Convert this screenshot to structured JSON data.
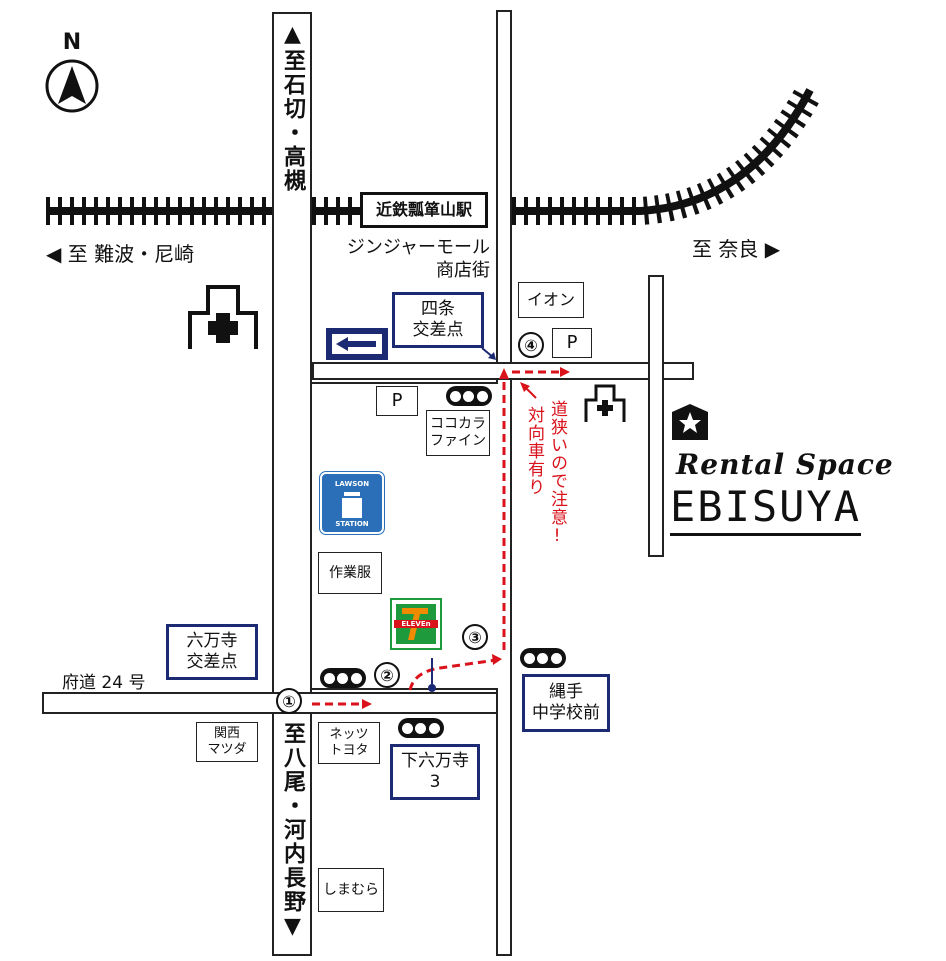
{
  "compass": {
    "letter": "N",
    "icon": "north-arrow-icon"
  },
  "railway": {
    "station": "近鉄瓢箪山駅",
    "west_direction": "◀ 至 難波・尼崎",
    "east_direction": "至 奈良 ▶"
  },
  "shopping_street": {
    "line1": "ジンジャーモール",
    "line2": "商店街"
  },
  "north_road_direction": "▲至石切・高槻",
  "south_road_direction": "至八尾・河内長野▼",
  "intersections": {
    "shijo": {
      "line1": "四条",
      "line2": "交差点"
    },
    "rokumanji": {
      "line1": "六万寺",
      "line2": "交差点"
    },
    "nawate": {
      "line1": "縄手",
      "line2": "中学校前"
    },
    "shimorokumanji": {
      "line1": "下六万寺",
      "line2": "3"
    }
  },
  "route_markers": [
    "①",
    "②",
    "③",
    "④"
  ],
  "road_name": "府道 24 号",
  "shops": {
    "aeon": "イオン",
    "parking": "P",
    "cocokara_line1": "ココカラ",
    "cocokara_line2": "ファイン",
    "sagyofuku": "作業服",
    "kansai_mazda_line1": "関西",
    "kansai_mazda_line2": "マツダ",
    "netz_toyota_line1": "ネッツ",
    "netz_toyota_line2": "トヨタ",
    "shimamura": "しまむら",
    "lawson_line1": "LAWSON",
    "lawson_line2": "STATION",
    "seven_eleven": "ELEVEn"
  },
  "warning": {
    "line1": "道狭いので注意!",
    "line2": "対向車有り"
  },
  "destination": {
    "line1": "Rental Space",
    "line2": "EBISUYA"
  },
  "colors": {
    "route_red": "#d9121b",
    "navy": "#1c2a73",
    "lawson_blue": "#2a6fb8",
    "seven_green": "#1e9a3c",
    "seven_orange": "#f08a00"
  }
}
